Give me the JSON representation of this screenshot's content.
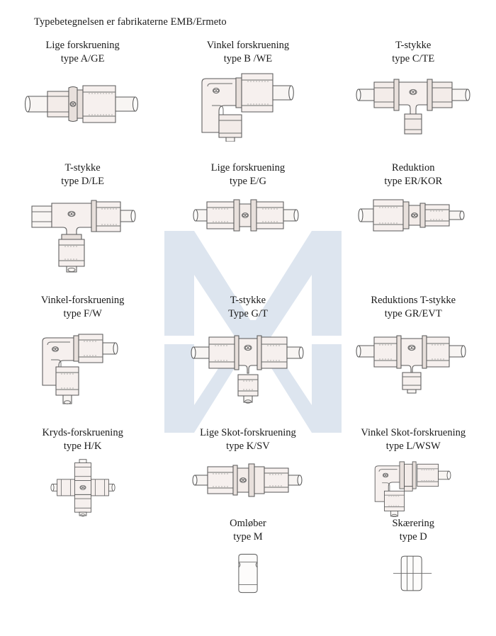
{
  "document": {
    "title": "Typebetegnelsen er fabrikaterne EMB/Ermeto",
    "watermark_letters": "MW",
    "watermark_color": "#dde5ef"
  },
  "fittings": [
    {
      "id": "lige-forskruening-a-ge",
      "name_line1": "Lige forskruening",
      "name_line2": "type A/GE",
      "art": "straight-union"
    },
    {
      "id": "vinkel-forskruening-b-we",
      "name_line1": "Vinkel forskruening",
      "name_line2": "type B /WE",
      "art": "elbow-union"
    },
    {
      "id": "t-stykke-c-te",
      "name_line1": "T-stykke",
      "name_line2": "type C/TE",
      "art": "tee-down"
    },
    {
      "id": "t-stykke-d-le",
      "name_line1": "T-stykke",
      "name_line2": "type D/LE",
      "art": "tee-corner"
    },
    {
      "id": "lige-forskruening-e-g",
      "name_line1": "Lige forskruening",
      "name_line2": "type E/G",
      "art": "straight-coupling"
    },
    {
      "id": "reduktion-er-kor",
      "name_line1": "Reduktion",
      "name_line2": "type ER/KOR",
      "art": "reducer"
    },
    {
      "id": "vinkel-forskruening-f-w",
      "name_line1": "Vinkel-forskruening",
      "name_line2": "type F/W",
      "art": "elbow-union-small"
    },
    {
      "id": "t-stykke-g-t",
      "name_line1": "T-stykke",
      "name_line2": "Type G/T",
      "art": "tee-down-wide"
    },
    {
      "id": "reduktions-t-stykke-gr-evt",
      "name_line1": "Reduktions T-stykke",
      "name_line2": "type GR/EVT",
      "art": "tee-reducing"
    },
    {
      "id": "kryds-forskruening-h-k",
      "name_line1": "Kryds-forskruening",
      "name_line2": "type H/K",
      "art": "cross"
    },
    {
      "id": "lige-skot-forskruening-k-sv",
      "name_line1": "Lige Skot-forskruening",
      "name_line2": "type K/SV",
      "art": "bulkhead-straight"
    },
    {
      "id": "vinkel-skot-forskruening-l-wsw",
      "name_line1": "Vinkel Skot-forskruening",
      "name_line2": "type L/WSW",
      "art": "bulkhead-elbow"
    },
    {
      "id": "omloeber-m",
      "name_line1": "Omløber",
      "name_line2": "type M",
      "art": "nut"
    },
    {
      "id": "skaerering-d",
      "name_line1": "Skærering",
      "name_line2": "type D",
      "art": "cutting-ring"
    }
  ]
}
